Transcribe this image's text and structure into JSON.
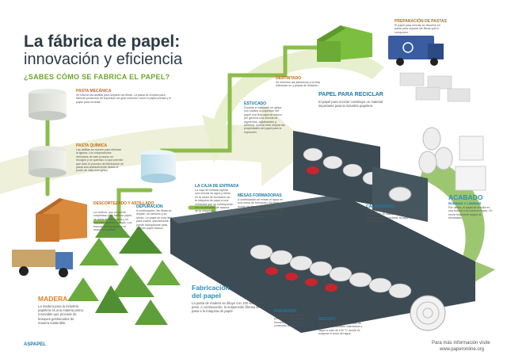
{
  "title": {
    "line1": "La fábrica de papel:",
    "line2": "innovación y eficiencia",
    "subtitle": "¿SABES CÓMO SE FABRICA EL PAPEL?"
  },
  "steps": {
    "pasta_mecanica": {
      "label": "PASTA MECÁNICA",
      "text": "Se trituran las astillas para separar las fibras. La pasta se emplea para fabricar productos de impresión de gran volumen como el papel prensa y el papel para revistas."
    },
    "pasta_quimica": {
      "label": "PASTA QUÍMICA",
      "text": "Las astillas se cuecen para eliminar la lignina. Los subproductos derivados de este proceso se recogen y se queman, lo que permite que todo el proceso de fabricación de pasta sea autosuficiente desde el punto de vista energético."
    },
    "descortezado": {
      "label": "DESCORTEZADO Y ASTILLADO",
      "text": "La corteza, que no puede emplearse para fabricar papel, se retira de los troncos y se usa para generar energía. Los troncos descortezados se reducen a astillas."
    },
    "depuracion": {
      "label": "DEPURACIÓN",
      "text": "A continuación, las fibras se limpian, se tamizan y se secan. La pasta se está lista para usarse directamente o puede blanquearse para obtener papel blanco."
    },
    "madera": {
      "label": "MADERA",
      "text": "La madera para la industria papelera es una materia prima renovable que procede de bosques gestionados de manera sostenible."
    },
    "destintado": {
      "label": "DESTINTADO",
      "text": "Se eliminan las adhesivos y la tinta hilándose en y planta de flotación."
    },
    "preparacion": {
      "label": "PREPARACIÓN DE PASTAS",
      "text": "El papel para reciclar se disuelve en pasta para separar las fibras que lo componen."
    },
    "papel_reciclar": {
      "label": "PAPEL PARA RECICLAR",
      "text": "El papel para reciclar constituye un material importante para la industria papelera"
    },
    "estucado": {
      "label": "ESTUCADO",
      "text": "Durante el estucado se aplica con rodillos la superficie del papel una fina capa de estuco (en general una mezcla de pigmentos, aglutinantes y aditivos). Aplicar este mejora las propiedades del papel para la impresión."
    },
    "caja_entrada": {
      "label": "LA CAJA DE ENTRADA",
      "text": "La caja de entrada inyecta una mezcla de agua y fibras en la mesa de formación de la máquina de papel a una velocidad que se corresponde con la velocidad de avance de la máquina."
    },
    "mesas": {
      "label": "MESAS FORMADORAS",
      "text": "A continuación se extrae el agua en una mesa de formación. Es aquí donde las fibras empiezan a entretejerse y se consolidan en una fina tela. A este proceso se le llama \"formación de la hoja\"."
    },
    "acabado": {
      "label": "ACABADO",
      "sublabel": "BOBINAS Y LÁMINAS",
      "text": "Por último, el papel se enrolla en una bobina o se corta en hojas. Se envía finalmente según la necesidad."
    },
    "calandrado": {
      "label": "CALANDRADO",
      "text": "Después del estucado, el papel puede calandrarse. El calandrado es un ajuste con rodillos para proporcionar al papel un acabado liso y brillante."
    },
    "fabricacion": {
      "label": "Fabricación del papel",
      "text": "La pasta de madera se diluye con 100 veces su peso. A continuación, la suspensión fibrosa se pasa a la máquina de papel."
    },
    "prensado": {
      "label": "PRENSADO",
      "text": "Durante el prensado, se presiona la hoja de papel húmedo y se reduce su contenido de agua al 50%."
    },
    "secado": {
      "label": "SECADO",
      "text": "La hoja de papel pasa a través de una serie de cilindros calentados a vapor a más de 100 °C donde se evapora el resto del agua."
    }
  },
  "footer": {
    "brand": "ASPAPEL",
    "info": "Para más información visite",
    "url": "www.paperonline.org"
  },
  "colors": {
    "title": "#2b3a45",
    "green": "#6aa62e",
    "orange": "#c06d1c",
    "blue": "#1c7aa3"
  }
}
